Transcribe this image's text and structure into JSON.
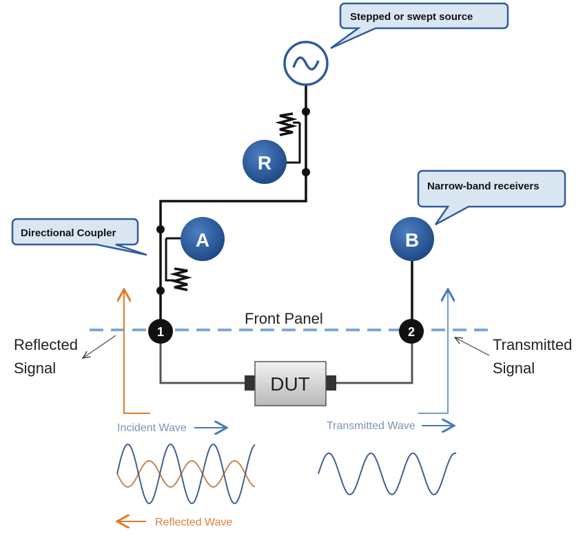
{
  "callouts": {
    "source": "Stepped or swept source",
    "receivers": "Narrow-band receivers",
    "coupler": "Directional Coupler"
  },
  "receivers": {
    "r": "R",
    "a": "A",
    "b": "B"
  },
  "ports": {
    "p1": "1",
    "p2": "2"
  },
  "front_panel": "Front Panel",
  "dut": "DUT",
  "reflected_signal": {
    "line1": "Reflected",
    "line2": "Signal"
  },
  "transmitted_signal": {
    "line1": "Transmitted",
    "line2": "Signal"
  },
  "waves": {
    "incident": "Incident Wave",
    "reflected": "Reflected Wave",
    "transmitted": "Transmitted Wave"
  },
  "colors": {
    "incident": "#4a6fa5",
    "reflected": "#e07b2a",
    "receiver": "#2f5b9a",
    "front_panel_dash": "#7fa7d8",
    "callout_fill": "#dbe6f3",
    "callout_border": "#2f5b9a"
  }
}
